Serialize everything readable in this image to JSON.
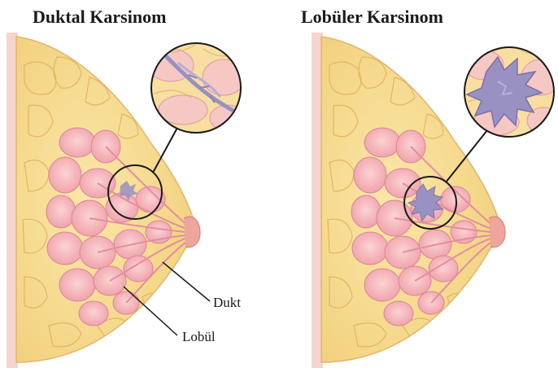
{
  "titles": {
    "left": "Duktal Karsinom",
    "right": "Lobüler Karsinom"
  },
  "labels": {
    "duct": "Dukt",
    "lobule": "Lobül"
  },
  "colors": {
    "fat": "#f7dc8c",
    "fat_edge": "#e9bd5f",
    "lobule": "#f6bcc0",
    "lobule_edge": "#d98b95",
    "skin": "#f3c5bd",
    "tumor": "#9a91c3",
    "line": "#222222"
  }
}
